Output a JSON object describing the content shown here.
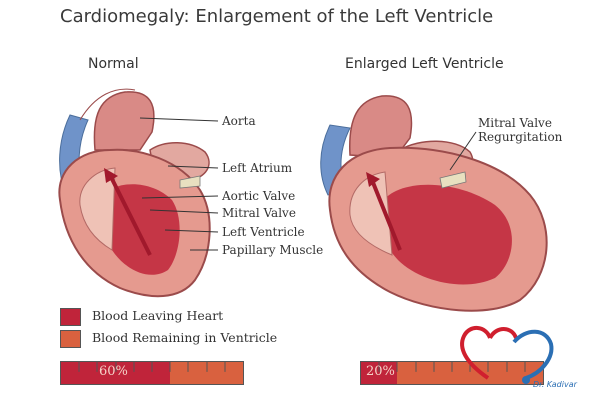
{
  "title": "Cardiomegaly:  Enlargement of the Left Ventricle",
  "panels": {
    "normal": {
      "label": "Normal",
      "ejection_percent": 60,
      "gauge_text": "60%"
    },
    "enlarged": {
      "label": "Enlarged Left Ventricle",
      "ejection_percent": 20,
      "gauge_text": "20%"
    }
  },
  "callouts": {
    "aorta": "Aorta",
    "left_atrium": "Left Atrium",
    "aortic_valve": "Aortic Valve",
    "mitral_valve": "Mitral Valve",
    "left_ventricle": "Left Ventricle",
    "papillary_muscle": "Papillary Muscle",
    "mitral_regurgitation_line1": "Mitral Valve",
    "mitral_regurgitation_line2": "Regurgitation"
  },
  "legend": [
    {
      "label": "Blood Leaving Heart",
      "color": "#c0243a"
    },
    {
      "label": "Blood Remaining in Ventricle",
      "color": "#d9613f"
    }
  ],
  "logo": {
    "text": "Dr. Kadivar",
    "icon": "heart-stethoscope-logo-icon"
  }
}
